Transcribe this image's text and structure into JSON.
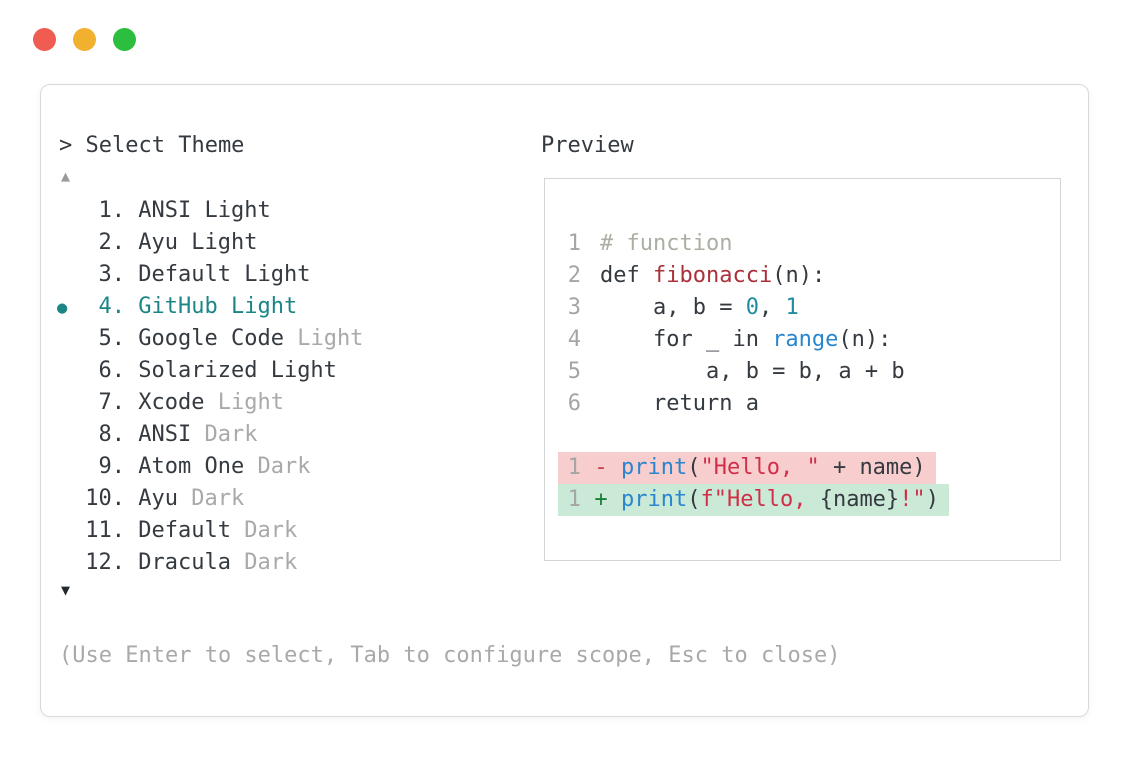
{
  "window": {
    "controls": [
      "close",
      "minimize",
      "zoom"
    ]
  },
  "dialog": {
    "prompt": "> Select Theme",
    "scroll_up_icon": "▲",
    "scroll_down_icon": "▼",
    "selected_bullet": "●",
    "footer_hint": "(Use Enter to select, Tab to configure scope, Esc to close)"
  },
  "theme_list": {
    "items": [
      {
        "num": "1.",
        "name": "ANSI Light",
        "suffix": "",
        "selected": false
      },
      {
        "num": "2.",
        "name": "Ayu Light",
        "suffix": "",
        "selected": false
      },
      {
        "num": "3.",
        "name": "Default Light",
        "suffix": "",
        "selected": false
      },
      {
        "num": "4.",
        "name": "GitHub Light",
        "suffix": "",
        "selected": true
      },
      {
        "num": "5.",
        "name": "Google Code ",
        "suffix": "Light",
        "selected": false
      },
      {
        "num": "6.",
        "name": "Solarized Light",
        "suffix": "",
        "selected": false
      },
      {
        "num": "7.",
        "name": "Xcode ",
        "suffix": "Light",
        "selected": false
      },
      {
        "num": "8.",
        "name": "ANSI ",
        "suffix": "Dark",
        "selected": false
      },
      {
        "num": "9.",
        "name": "Atom One ",
        "suffix": "Dark",
        "selected": false
      },
      {
        "num": "10.",
        "name": "Ayu ",
        "suffix": "Dark",
        "selected": false
      },
      {
        "num": "11.",
        "name": "Default ",
        "suffix": "Dark",
        "selected": false
      },
      {
        "num": "12.",
        "name": "Dracula ",
        "suffix": "Dark",
        "selected": false
      }
    ]
  },
  "preview": {
    "label": "Preview",
    "code_lines": [
      {
        "num": "1",
        "tokens": [
          {
            "text": "# function",
            "color": "comment"
          }
        ]
      },
      {
        "num": "2",
        "tokens": [
          {
            "text": "def ",
            "color": "plain"
          },
          {
            "text": "fibonacci",
            "color": "funcname"
          },
          {
            "text": "(n):",
            "color": "plain"
          }
        ]
      },
      {
        "num": "3",
        "tokens": [
          {
            "text": "    a, b = ",
            "color": "plain"
          },
          {
            "text": "0",
            "color": "number"
          },
          {
            "text": ", ",
            "color": "plain"
          },
          {
            "text": "1",
            "color": "number"
          }
        ]
      },
      {
        "num": "4",
        "tokens": [
          {
            "text": "    for _ in ",
            "color": "plain"
          },
          {
            "text": "range",
            "color": "builtin"
          },
          {
            "text": "(n):",
            "color": "plain"
          }
        ]
      },
      {
        "num": "5",
        "tokens": [
          {
            "text": "        a, b = b, a + b",
            "color": "plain"
          }
        ]
      },
      {
        "num": "6",
        "tokens": [
          {
            "text": "    return a",
            "color": "plain"
          }
        ]
      }
    ],
    "diff_lines": [
      {
        "num": "1",
        "type": "removed",
        "sign": "-",
        "sign_color": "sign-removed",
        "tokens": [
          {
            "text": "print",
            "color": "builtin"
          },
          {
            "text": "(",
            "color": "plain"
          },
          {
            "text": "\"Hello, \"",
            "color": "string"
          },
          {
            "text": " + name)",
            "color": "plain"
          }
        ]
      },
      {
        "num": "1",
        "type": "added",
        "sign": "+",
        "sign_color": "sign-added",
        "tokens": [
          {
            "text": "print",
            "color": "builtin"
          },
          {
            "text": "(",
            "color": "plain"
          },
          {
            "text": "f\"Hello, ",
            "color": "string"
          },
          {
            "text": "{name}",
            "color": "plain"
          },
          {
            "text": "!\"",
            "color": "string"
          },
          {
            "text": ")",
            "color": "plain"
          }
        ]
      }
    ]
  },
  "colors": {
    "accent_teal": "#1b8685",
    "text_dark": "#343a40",
    "muted_gray": "#a9a9a9",
    "comment_gray_green": "#a9b0a3",
    "function_red": "#aa303a",
    "number_teal": "#208ca0",
    "builtin_blue": "#2986cd",
    "string_red": "#d02f49",
    "diff_minus_red": "#c93a4e",
    "diff_plus_green": "#1a7f37",
    "diff_removed_bg": "#f8cdcd",
    "diff_added_bg": "#cbe9d7",
    "traffic_red": "#f05c51",
    "traffic_yellow": "#f1b02e",
    "traffic_green": "#2cbf3f"
  }
}
